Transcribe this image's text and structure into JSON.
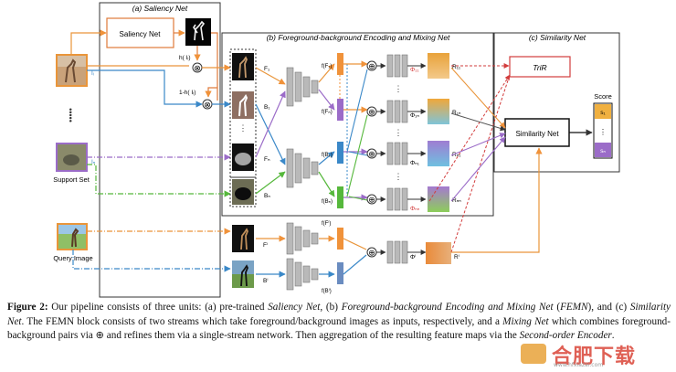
{
  "figure": {
    "panels": {
      "saliency_title": "(a) Saliency Net",
      "femn_title": "(b) Foreground-background Encoding and Mixing Net",
      "similarity_title": "(c) Similarity Net"
    },
    "saliency_box": "Saliency Net",
    "h_label": "h( Iᵢ)",
    "one_minus_h_label": "1-h( Iᵢ)",
    "ii_label": "Iᵢ",
    "in_label": "Iₙ",
    "support_set_label": "Support Set",
    "query_image_label": "Query Image",
    "dots": "•••••",
    "vdots": "⋮",
    "fg_labels": [
      "F₁",
      "B₁",
      "Fₙ",
      "Bₙ",
      "Fⁱ",
      "Bⁱ"
    ],
    "feature_labels": [
      "f(F₁)",
      "f(Fₙ)",
      "f(B₁)",
      "f(Bₙ)",
      "f(Fⁱ)",
      "f(Bⁱ)"
    ],
    "phi_labels": [
      "Φ₁₁",
      "Φ₁ₙ",
      "Φₙ₁",
      "Φₙₙ",
      "Φⁱ"
    ],
    "r_labels": [
      "R₁₁",
      "R₁ₙ",
      "Rₙ₁",
      "Rₙₙ",
      "Rⁱ"
    ],
    "trir_label": "TriR",
    "similarity_box": "Similarity Net",
    "score_title": "Score",
    "score_items": [
      "s₁",
      "⋮",
      "sₙ"
    ],
    "oplus": "⊕",
    "otimes": "⊗"
  },
  "caption": {
    "lead": "Figure 2:",
    "p1": " Our pipeline consists of three units: (a) pre-trained ",
    "saliency_net": "Saliency Net",
    "p2": ", (b) ",
    "femn": "Foreground-background Encoding and Mixing Net",
    "p3": " (",
    "femn_abbr": "FEMN",
    "p4": "), and (c) ",
    "similarity_net": "Similarity Net",
    "p5": ". The FEMN block consists of two streams which take foreground/background images as inputs, respectively, and a ",
    "mixing_net": "Mixing Net",
    "p6": " which combines foreground-background pairs via ⊕ and refines them via a single-stream network. Then aggregation of the resulting feature maps via the ",
    "second_order": "Second-order Encoder",
    "p7": "."
  },
  "watermark": {
    "text": "合肥下载",
    "sub": "www.hfxiazai.com"
  },
  "colors": {
    "orange": "#f0923a",
    "blue": "#3a88c8",
    "purple": "#9b6cc8",
    "green": "#56b83c",
    "red": "#d23c3c",
    "gray_layer": "#b9b9b9"
  }
}
